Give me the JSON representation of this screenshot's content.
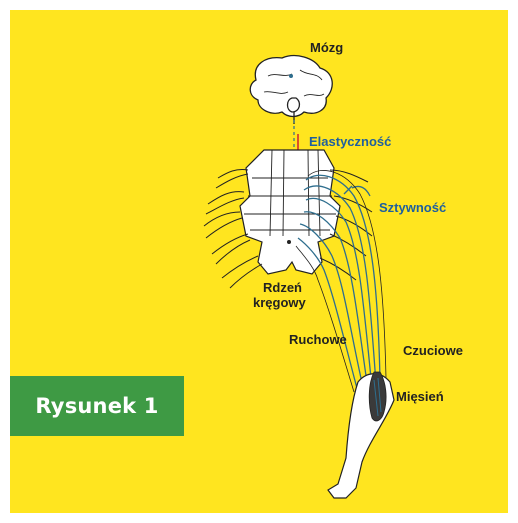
{
  "figure_label": "Rysunek 1",
  "labels": {
    "brain": "Mózg",
    "elasticity": "Elastyczność",
    "stiffness": "Sztywność",
    "spinal_cord_line1": "Rdzeń",
    "spinal_cord_line2": "kręgowy",
    "motor": "Ruchowe",
    "sensory": "Czuciowe",
    "muscle": "Mięsień"
  },
  "colors": {
    "background": "#FFE51F",
    "badge": "#3E9A44",
    "text_dark": "#222222",
    "text_blue": "#1E5F9E",
    "red_signal": "#D62B2B",
    "nerve_blue": "#2E6E8E"
  }
}
